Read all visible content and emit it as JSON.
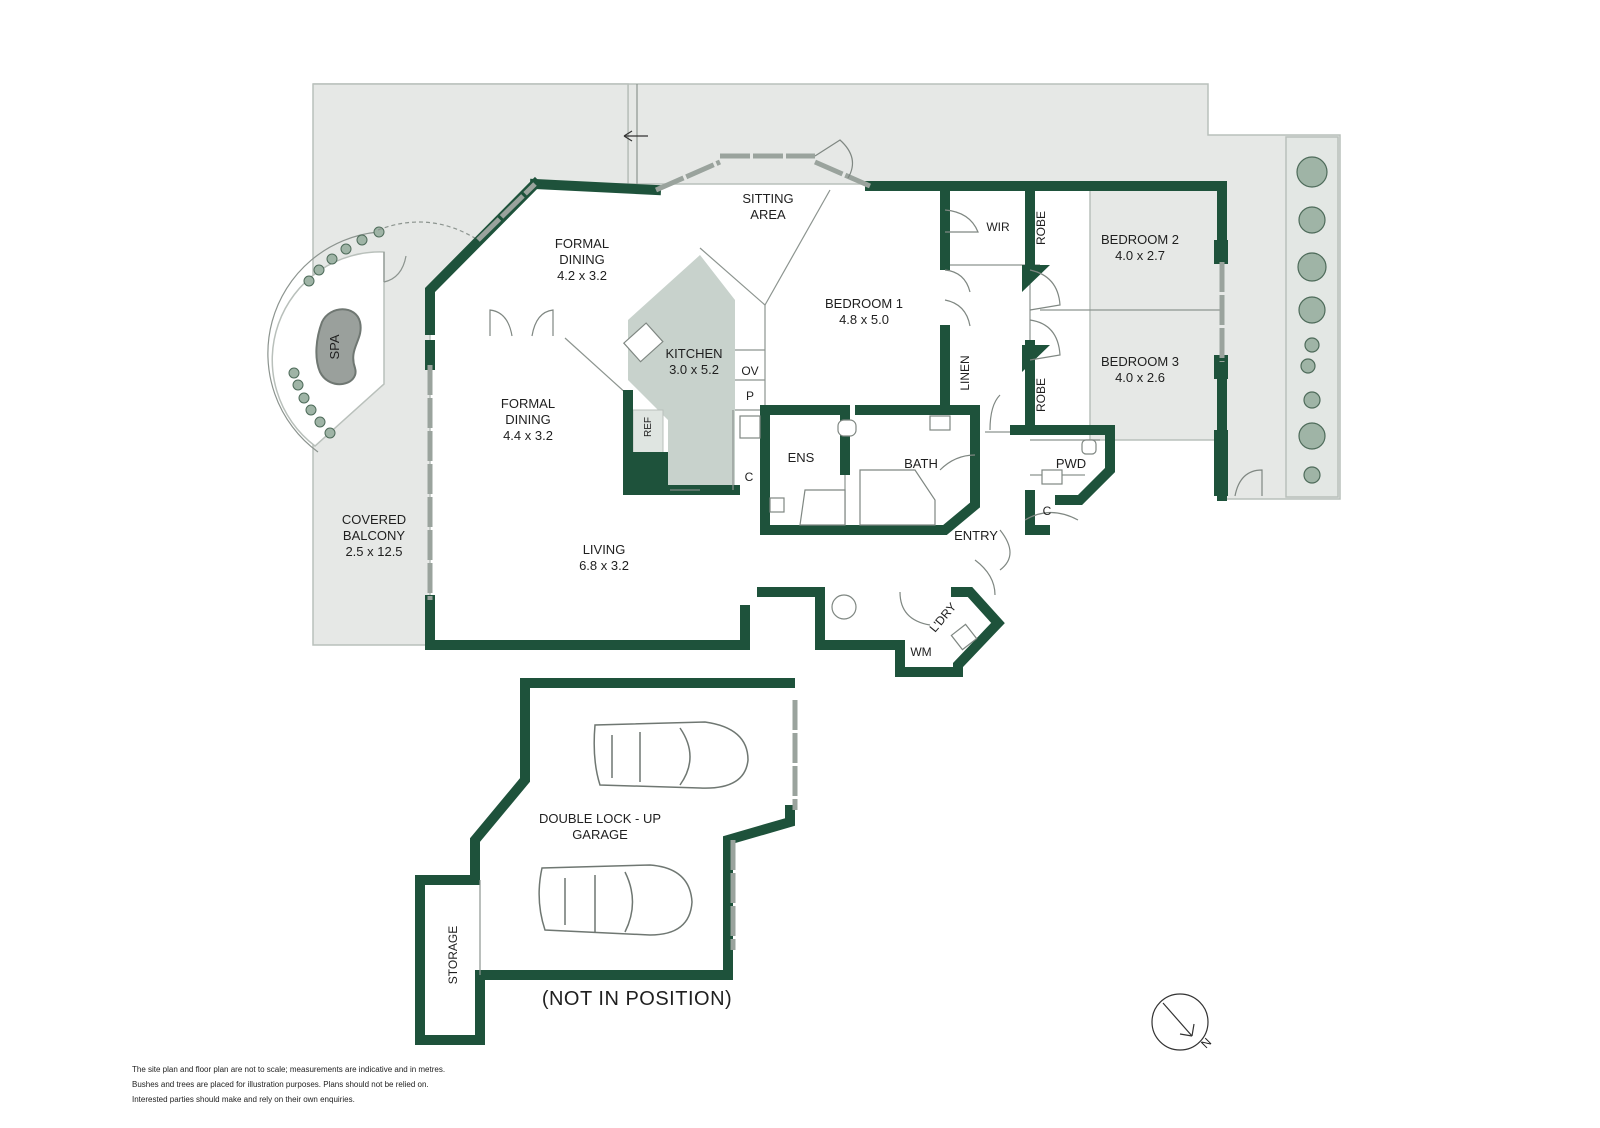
{
  "colors": {
    "wall": "#1e523b",
    "outdoor": "#e6e8e6",
    "kitchen_floor": "#c8d2cc",
    "garden_strip": "#e3e7e4",
    "tree": "#9fb4a6",
    "line": "#b9c0bb"
  },
  "rooms": {
    "formal_dining_1": {
      "name_line1": "FORMAL",
      "name_line2": "DINING",
      "size": "4.2 x 3.2"
    },
    "sitting_area": {
      "name_line1": "SITTING",
      "name_line2": "AREA"
    },
    "kitchen": {
      "name": "KITCHEN",
      "size": "3.0 x 5.2"
    },
    "formal_dining_2": {
      "name_line1": "FORMAL",
      "name_line2": "DINING",
      "size": "4.4 x 3.2"
    },
    "living": {
      "name": "LIVING",
      "size": "6.8 x 3.2"
    },
    "covered_balcony": {
      "name_line1": "COVERED",
      "name_line2": "BALCONY",
      "size": "2.5 x 12.5"
    },
    "bedroom_1": {
      "name": "BEDROOM 1",
      "size": "4.8 x 5.0"
    },
    "bedroom_2": {
      "name": "BEDROOM 2",
      "size": "4.0 x 2.7"
    },
    "bedroom_3": {
      "name": "BEDROOM 3",
      "size": "4.0 x 2.6"
    },
    "garage": {
      "name_line1": "DOUBLE LOCK - UP",
      "name_line2": "GARAGE"
    }
  },
  "labels": {
    "spa": "SPA",
    "wir": "WIR",
    "robe_1": "ROBE",
    "robe_2": "ROBE",
    "linen": "LINEN",
    "ov": "OV",
    "p": "P",
    "ref": "REF",
    "ens": "ENS",
    "c_ens": "C",
    "bath": "BATH",
    "pwd": "PWD",
    "c_entry": "C",
    "entry": "ENTRY",
    "laundry": "L'DRY",
    "wm": "WM",
    "storage": "STORAGE",
    "not_in_position": "(NOT IN POSITION)",
    "north": "N"
  },
  "disclaimer": [
    "The site plan and floor plan are not to scale; measurements are indicative and in metres.",
    "Bushes and trees are placed for illustration purposes. Plans should not be relied on.",
    "Interested parties should make and rely on their own enquiries."
  ]
}
